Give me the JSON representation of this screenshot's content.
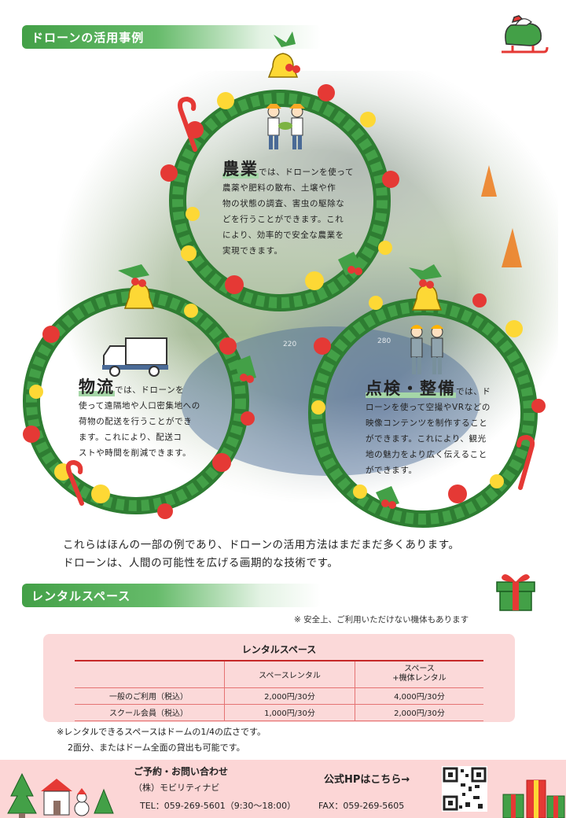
{
  "section1": {
    "title": "ドローンの活用事例"
  },
  "agriculture": {
    "heading": "農業",
    "body_lines": [
      "では、ドローンを使って",
      "農薬や肥料の散布、土壌や作",
      "物の状態の調査、害虫の駆除な",
      "どを行うことができます。これ",
      "により、効率的で安全な農業を",
      "実現できます。"
    ]
  },
  "logistics": {
    "heading": "物流",
    "body_lines": [
      "では、ドローンを",
      "使って遠隔地や人口密集地への",
      "荷物の配送を行うことができ",
      "ます。これにより、配送コ",
      "ストや時間を削減できます。"
    ]
  },
  "inspection": {
    "heading": "点検・整備",
    "body_lines": [
      "では、ド",
      "ローンを使って空撮やVRなどの",
      "映像コンテンツを制作すること",
      "ができます。これにより、観光",
      "地の魅力をより広く伝えること",
      "ができます。"
    ]
  },
  "photo_labels": [
    "220",
    "280"
  ],
  "summary": [
    "これらはほんの一部の例であり、ドローンの活用方法はまだまだ多くあります。",
    "ドローンは、人間の可能性を広げる画期的な技術です。"
  ],
  "section2": {
    "title": "レンタルスペース"
  },
  "safety_note": "※ 安全上、ご利用いただけない機体もあります",
  "rental_table": {
    "title": "レンタルスペース",
    "headers": [
      "",
      "スペースレンタル",
      "スペース\n+機体レンタル"
    ],
    "rows": [
      [
        "一般のご利用（税込）",
        "2,000円/30分",
        "4,000円/30分"
      ],
      [
        "スクール会員（税込）",
        "1,000円/30分",
        "2,000円/30分"
      ]
    ]
  },
  "notes": [
    "※レンタルできるスペースはドームの1/4の広さです。",
    "2面分、またはドーム全面の貸出も可能です。"
  ],
  "footer": {
    "contact_title": "ご予約・お問い合わせ",
    "company": "（株）モビリティナビ",
    "tel": "TEL：059-269-5601（9:30～18:00）",
    "fax": "FAX：059-269-5605",
    "hp_link": "公式HPはこちら→"
  },
  "colors": {
    "green": "#3f9b3c",
    "red": "#e53935",
    "yellow": "#fdd835",
    "pink": "#fcd6d6"
  }
}
